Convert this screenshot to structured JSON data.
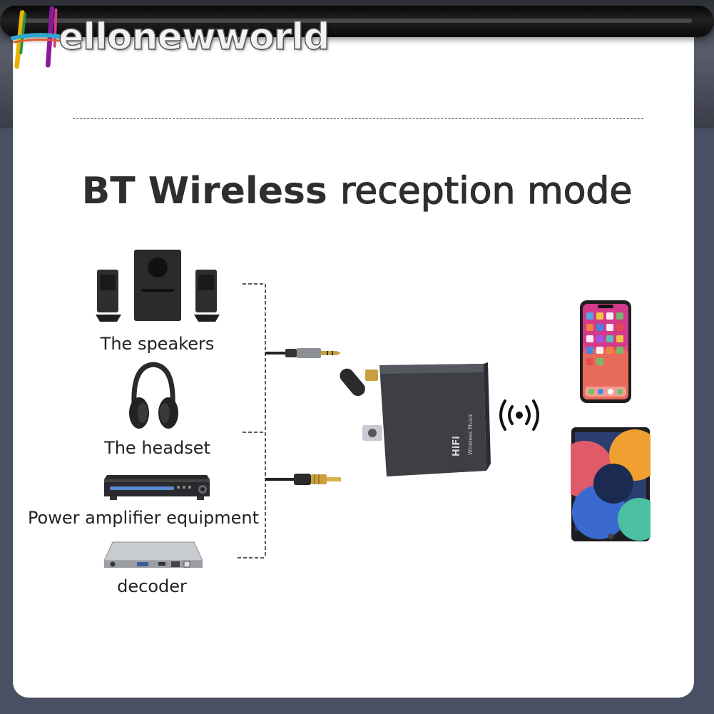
{
  "brand": {
    "name": "ellonewworld",
    "logo_icon": "colored-h-logo"
  },
  "title": {
    "part1": "BT Wireless",
    "part2": "reception mode"
  },
  "devices": [
    {
      "label": "The speakers",
      "icon": "speakers-icon"
    },
    {
      "label": "The headset",
      "icon": "headset-icon"
    },
    {
      "label": "Power amplifier equipment",
      "icon": "amplifier-icon"
    },
    {
      "label": "decoder",
      "icon": "decoder-icon"
    }
  ],
  "receiver": {
    "brand": "HiFi",
    "subtitle": "Wireless Music"
  },
  "colors": {
    "background": "#4a5063",
    "card": "#ffffff",
    "text": "#2e2e2e",
    "device_body": "#3d3f45",
    "gold": "#c8a040"
  }
}
